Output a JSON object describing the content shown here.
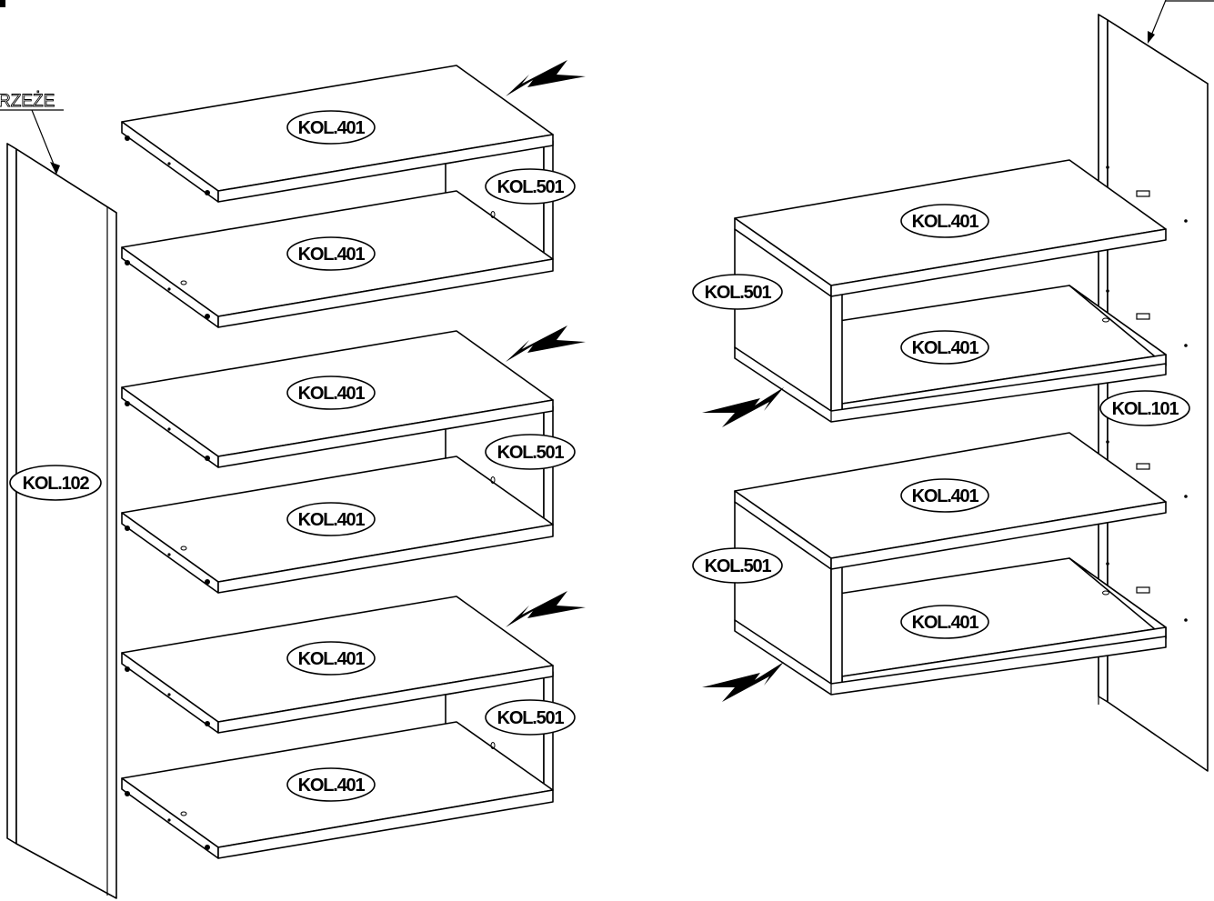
{
  "labels": {
    "side_left": "KOL.102",
    "side_right": "KOL.101",
    "shelf": "KOL.401",
    "partition": "KOL.501",
    "edge_note": "RZEŻE"
  }
}
